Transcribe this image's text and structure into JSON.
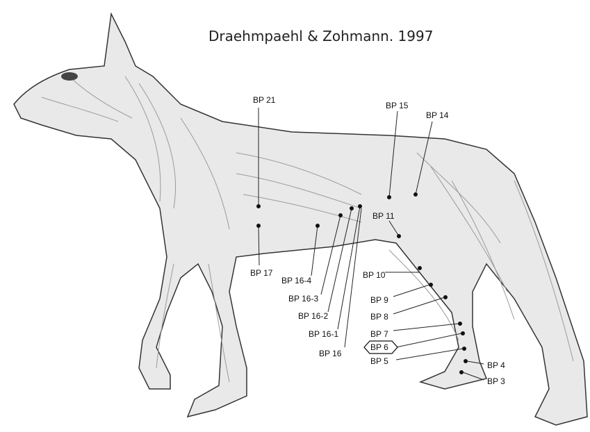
{
  "title": "Draehmpaehl & Zohmann. 1997",
  "colors": {
    "ink": "#111111",
    "muscle_shade": "#9a9a9a",
    "background": "#ffffff"
  },
  "illustration": {
    "subject": "dog-muscular-anatomy"
  },
  "points": [
    {
      "id": "bp21",
      "label": "BP 21"
    },
    {
      "id": "bp15",
      "label": "BP 15"
    },
    {
      "id": "bp14",
      "label": "BP 14"
    },
    {
      "id": "bp11",
      "label": "BP 11"
    },
    {
      "id": "bp17",
      "label": "BP 17"
    },
    {
      "id": "bp16-4",
      "label": "BP 16-4"
    },
    {
      "id": "bp16-3",
      "label": "BP 16-3"
    },
    {
      "id": "bp16-2",
      "label": "BP 16-2"
    },
    {
      "id": "bp16-1",
      "label": "BP 16-1"
    },
    {
      "id": "bp16",
      "label": "BP 16"
    },
    {
      "id": "bp10",
      "label": "BP 10"
    },
    {
      "id": "bp9",
      "label": "BP 9"
    },
    {
      "id": "bp8",
      "label": "BP 8"
    },
    {
      "id": "bp7",
      "label": "BP 7"
    },
    {
      "id": "bp6",
      "label": "BP 6"
    },
    {
      "id": "bp5",
      "label": "BP 5"
    },
    {
      "id": "bp4",
      "label": "BP 4"
    },
    {
      "id": "bp3",
      "label": "BP 3"
    }
  ]
}
